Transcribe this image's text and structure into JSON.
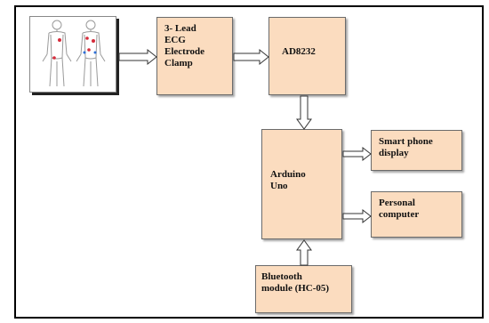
{
  "blocks": {
    "electrode_clamp": "3- Lead\nECG\nElectrode\nClamp",
    "ad8232": "AD8232",
    "arduino": "Arduino\nUno",
    "smartphone": "Smart phone\ndisplay",
    "pc": "Personal\ncomputer",
    "bluetooth": "Bluetooth\nmodule (HC-05)"
  },
  "colors": {
    "block_fill": "#fbdcbf",
    "electrode_dot": "#d62b3a"
  }
}
